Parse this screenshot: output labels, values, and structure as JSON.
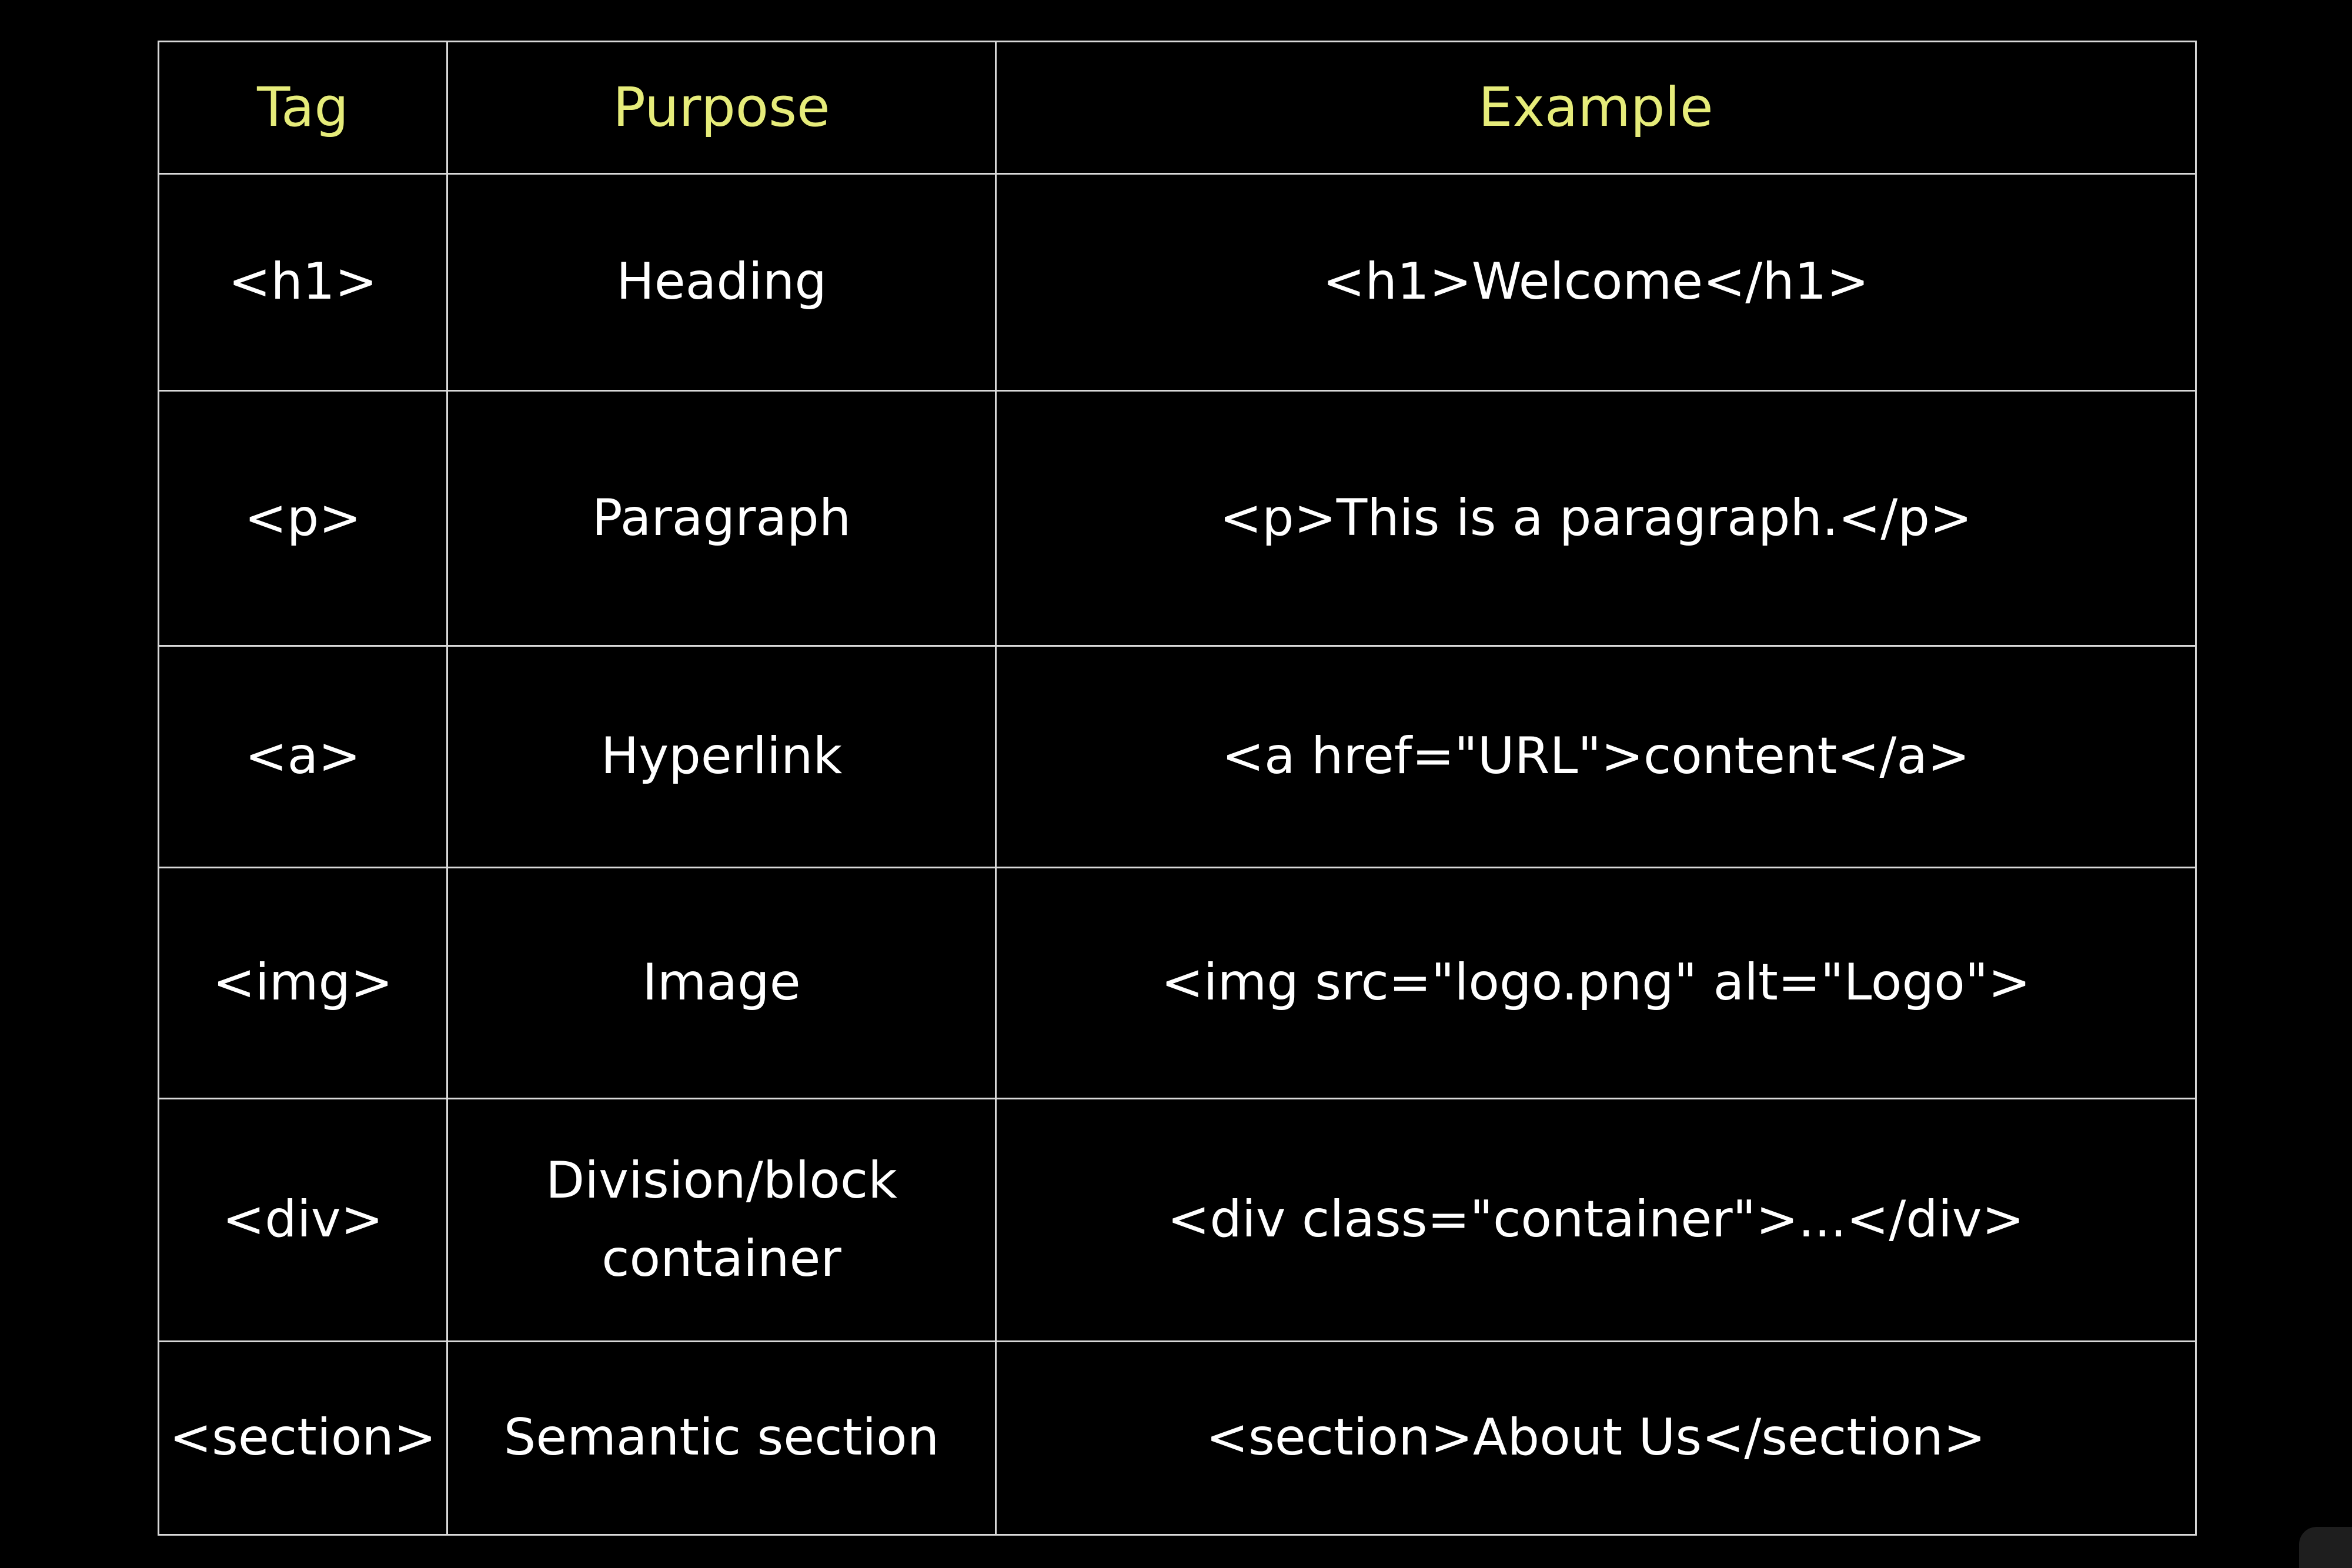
{
  "table": {
    "headers": {
      "tag": "Tag",
      "purpose": "Purpose",
      "example": "Example"
    },
    "rows": [
      {
        "tag": "<h1>",
        "purpose": "Heading",
        "example": "<h1>Welcome</h1>"
      },
      {
        "tag": "<p>",
        "purpose": "Paragraph",
        "example": "<p>This is a paragraph.</p>"
      },
      {
        "tag": "<a>",
        "purpose": "Hyperlink",
        "example": "<a href=\"URL\">content</a>"
      },
      {
        "tag": "<img>",
        "purpose": "Image",
        "example": "<img src=\"logo.png\" alt=\"Logo\">"
      },
      {
        "tag": "<div>",
        "purpose": "Division/block container",
        "example": "<div class=\"container\">...</div>"
      },
      {
        "tag": "<section>",
        "purpose": "Semantic section",
        "example": "<section>About Us</section>"
      }
    ]
  },
  "colors": {
    "background": "#000000",
    "header_text": "#e6ec7a",
    "body_text": "#ffffff",
    "grid_lines": "#d9d9d9"
  }
}
